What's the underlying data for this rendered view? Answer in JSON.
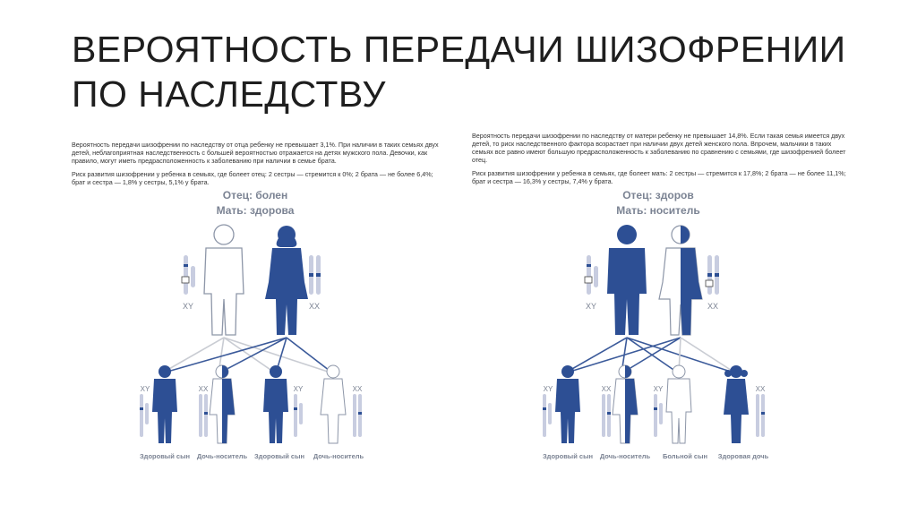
{
  "slide": {
    "title": "ВЕРОЯТНОСТЬ ПЕРЕДАЧИ ШИЗОФРЕНИИ ПО НАСЛЕДСТВУ"
  },
  "left": {
    "para1": "Вероятность передачи шизофрении по наследству от отца ребенку не превышает 3,1%. При наличии в таких семьях двух детей, неблагоприятная наследственность с большей вероятностью отражается на детях мужского пола. Девочки, как правило, могут иметь предрасположенность к заболеванию при наличии в семье брата.",
    "para2": "Риск развития шизофрении у ребенка в семьях, где болеет отец: 2 сестры — стремится к 0%; 2 брата — не более 6,4%; брат и сестра — 1,8% у сестры, 5,1% у брата.",
    "father_label": "Отец: болен",
    "mother_label": "Мать: здорова",
    "father_chrom": "XY",
    "mother_chrom": "XX",
    "children": [
      {
        "chrom": "XY",
        "caption": "Здоровый сын"
      },
      {
        "chrom": "XX",
        "caption": "Дочь-носитель"
      },
      {
        "chrom": "XY",
        "caption": "Здоровый сын"
      },
      {
        "chrom": "XX",
        "caption": "Дочь-носитель"
      }
    ]
  },
  "right": {
    "para1": "Вероятность передачи шизофрении по наследству от матери ребенку не превышает 14,8%. Если такая семья имеется двух детей, то риск наследственного фактора возрастает при наличии двух детей женского пола. Впрочем, мальчики в таких семьях все равно имеют большую предрасположенность к заболеванию по сравнению с семьями, где шизофренией болеет отец.",
    "para2": "Риск развития шизофрении у ребенка в семьях, где болеет мать: 2 сестры — стремится к 17,8%; 2 брата — не более 11,1%; брат и сестра — 16,3% у сестры, 7,4% у брата.",
    "father_label": "Отец: здоров",
    "mother_label": "Мать: носитель",
    "father_chrom": "XY",
    "mother_chrom": "XX",
    "children": [
      {
        "chrom": "XY",
        "caption": "Здоровый сын"
      },
      {
        "chrom": "XX",
        "caption": "Дочь-носитель"
      },
      {
        "chrom": "XY",
        "caption": "Больной сын"
      },
      {
        "chrom": "XX",
        "caption": "Здоровая дочь"
      }
    ]
  },
  "colors": {
    "blue": "#2d4f94",
    "outline": "#8d96a8",
    "label": "#7b8393",
    "line_blue": "#3b5a9a",
    "line_gray": "#c9ccd3"
  }
}
